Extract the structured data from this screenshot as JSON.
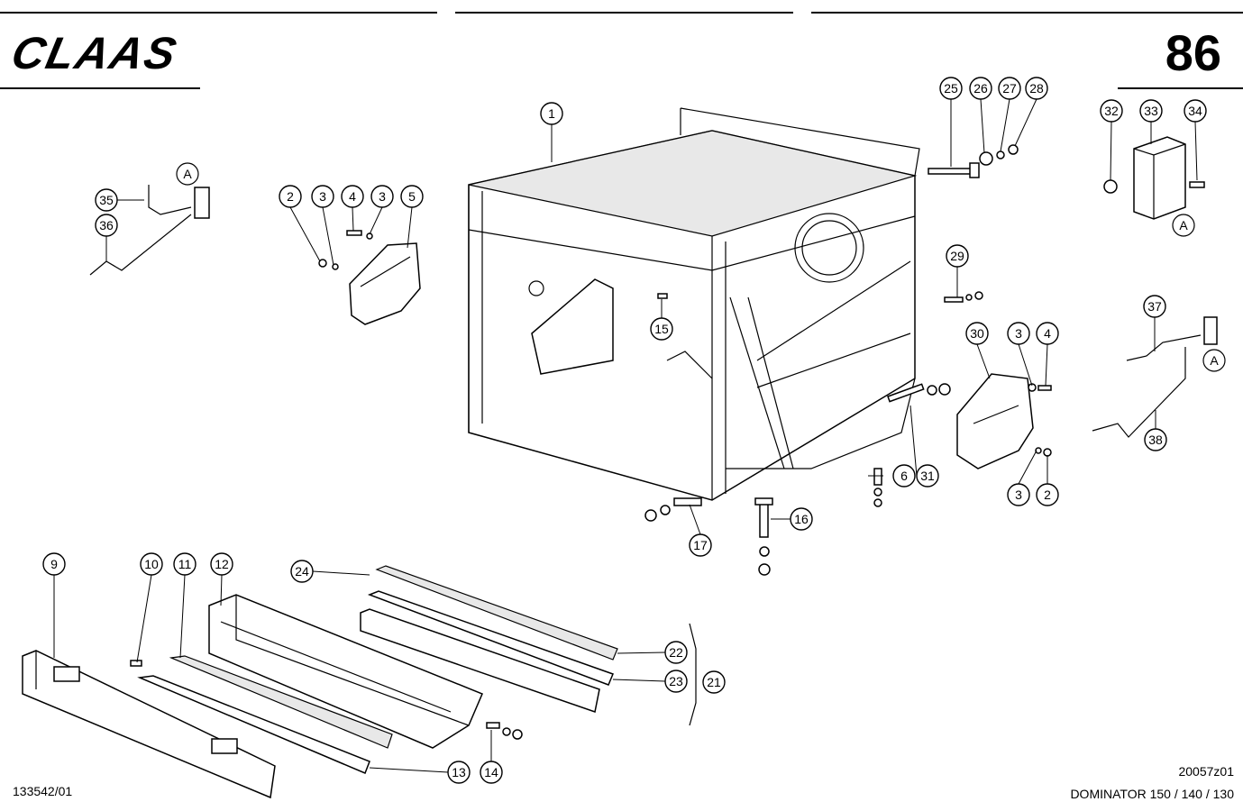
{
  "header": {
    "brand": "CLAAS",
    "page_number": "86"
  },
  "footer": {
    "doc_number": "133542/01",
    "drawing_number": "20057z01",
    "model": "DOMINATOR 150 / 140 / 130"
  },
  "detail_marker": "A",
  "callouts": [
    "1",
    "2",
    "3",
    "4",
    "3",
    "5",
    "2",
    "3",
    "6",
    "9",
    "10",
    "11",
    "12",
    "13",
    "14",
    "15",
    "16",
    "17",
    "21",
    "22",
    "23",
    "24",
    "25",
    "26",
    "27",
    "28",
    "29",
    "30",
    "31",
    "3",
    "4",
    "3",
    "2",
    "32",
    "33",
    "34",
    "35",
    "36",
    "37",
    "38"
  ]
}
